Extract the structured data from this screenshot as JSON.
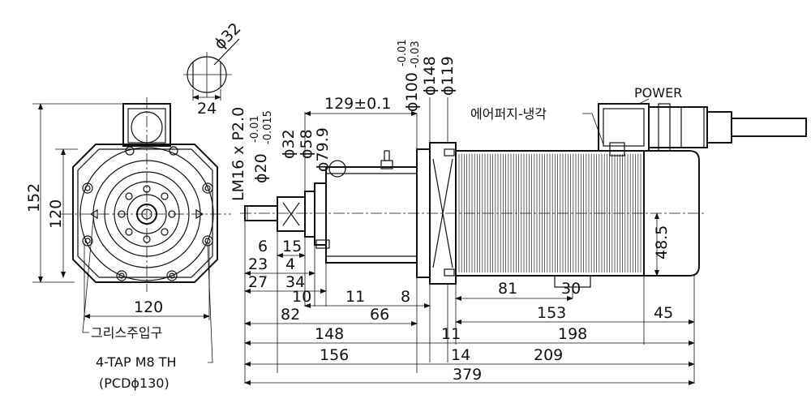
{
  "front_view": {
    "height_outer": "152",
    "height_inner": "120",
    "width_bottom": "120",
    "shaft_dia": "ϕ32",
    "shaft_flat": "24",
    "grease_label": "그리스주입구",
    "tap_label": "4-TAP M8 TH",
    "pcd_label": "(PCDϕ130)"
  },
  "side_view": {
    "thread": "LM16 x P2.0",
    "spigot": {
      "text": "ϕ20",
      "tol_upper": "-0.01",
      "tol_lower": "-0.015"
    },
    "d32": "ϕ32",
    "d58": "ϕ58",
    "d799": "ϕ79.9",
    "housing_len": "129±0.1",
    "flange": {
      "text": "ϕ100",
      "tol_upper": "-0.01",
      "tol_lower": "-0.03"
    },
    "d148": "ϕ148",
    "d119": "ϕ119",
    "air_purge_label": "에어퍼지-냉각",
    "power_label": "POWER",
    "d6": "6",
    "d15": "15",
    "d23": "23",
    "d4": "4",
    "d27": "27",
    "d34": "34",
    "d10": "10",
    "d11a": "11",
    "d8": "8",
    "d82": "82",
    "d66": "66",
    "d81": "81",
    "d30": "30",
    "d485": "48.5",
    "d153": "153",
    "d45": "45",
    "d148b": "148",
    "d11b": "11",
    "d198": "198",
    "d156": "156",
    "d14": "14",
    "d209": "209",
    "d379": "379"
  }
}
